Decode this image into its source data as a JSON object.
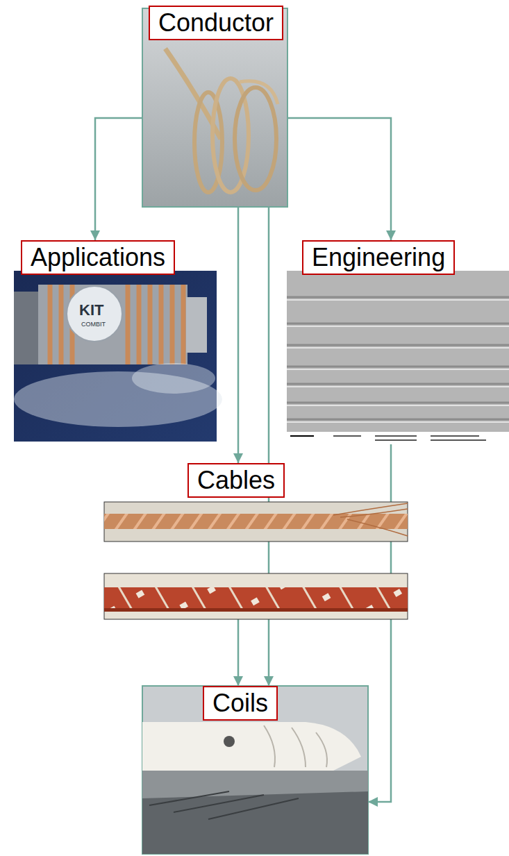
{
  "diagram": {
    "nodes": [
      {
        "text": [
          "Conductor"
        ]
      },
      {
        "text": [
          "Applications"
        ]
      },
      {
        "text": [
          "Engineering"
        ]
      },
      {
        "text": [
          "Cables"
        ]
      },
      {
        "text": [
          "Coils"
        ]
      }
    ],
    "edges": [
      {
        "from": 0,
        "to": 1,
        "arrow": "to"
      },
      {
        "from": 0,
        "to": 2,
        "arrow": "to"
      },
      {
        "from": 0,
        "to": 3,
        "arrow": "to"
      },
      {
        "from": 0,
        "to": 4,
        "arrow": "to"
      },
      {
        "from": 3,
        "to": 4,
        "arrow": "to"
      },
      {
        "from": 2,
        "to": 4,
        "arrow": "to"
      }
    ],
    "labels": [
      "KIT",
      "COMBIT"
    ]
  }
}
